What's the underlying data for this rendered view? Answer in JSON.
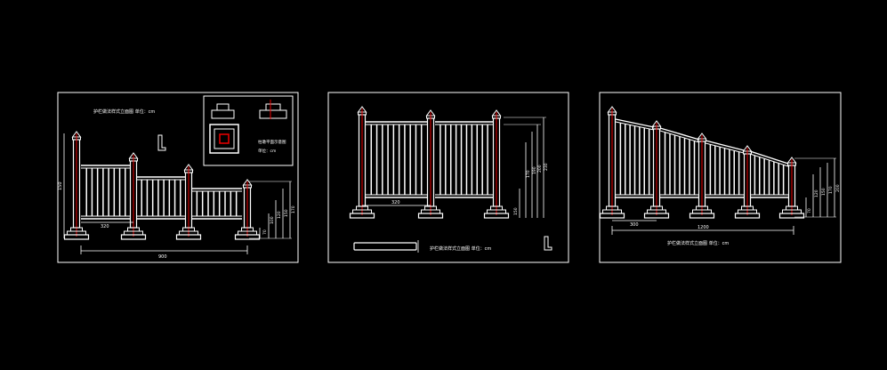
{
  "sheets": [
    {
      "title": "护栏做法样式立面图  单位：cm",
      "plan_label_1": "柱墩平面示意图",
      "plan_label_2": "单位：cm",
      "dims": {
        "w1": "320",
        "total": "900",
        "h1": "70",
        "h2": "100",
        "h3": "120",
        "h4": "150",
        "h5": "170",
        "v1": "150"
      }
    },
    {
      "title": "护栏做法样式立面图  单位：cm",
      "dims": {
        "w1": "320",
        "h1": "150",
        "h2": "170",
        "h3": "190",
        "h4": "200",
        "h5": "230"
      }
    },
    {
      "title": "护栏做法样式立面图  单位：cm",
      "dims": {
        "w1": "300",
        "total": "1200",
        "h1": "70",
        "h2": "120",
        "h3": "150",
        "h4": "170",
        "h5": "200"
      }
    }
  ]
}
